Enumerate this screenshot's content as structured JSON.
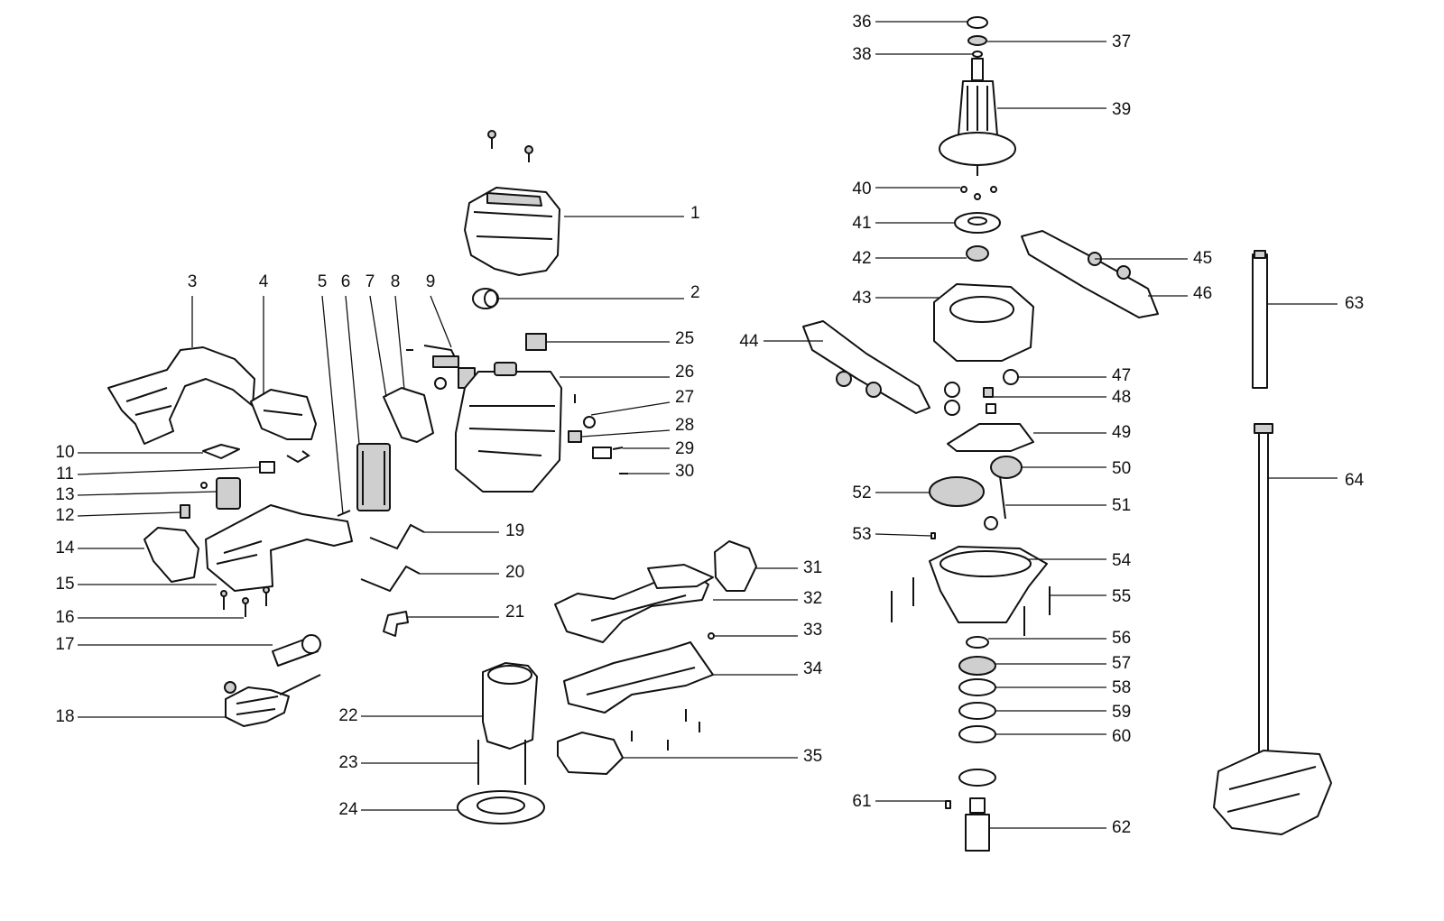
{
  "callouts": [
    "1",
    "2",
    "3",
    "4",
    "5",
    "6",
    "7",
    "8",
    "9",
    "10",
    "11",
    "12",
    "13",
    "14",
    "15",
    "16",
    "17",
    "18",
    "19",
    "20",
    "21",
    "22",
    "23",
    "24",
    "25",
    "26",
    "27",
    "28",
    "29",
    "30",
    "31",
    "32",
    "33",
    "34",
    "35",
    "36",
    "37",
    "38",
    "39",
    "40",
    "41",
    "42",
    "43",
    "44",
    "45",
    "46",
    "47",
    "48",
    "49",
    "50",
    "51",
    "52",
    "53",
    "54",
    "55",
    "56",
    "57",
    "58",
    "59",
    "60",
    "61",
    "62",
    "63",
    "64"
  ],
  "colors": {
    "line": "#111111",
    "background": "#ffffff",
    "shade": "#cfcfcf"
  }
}
